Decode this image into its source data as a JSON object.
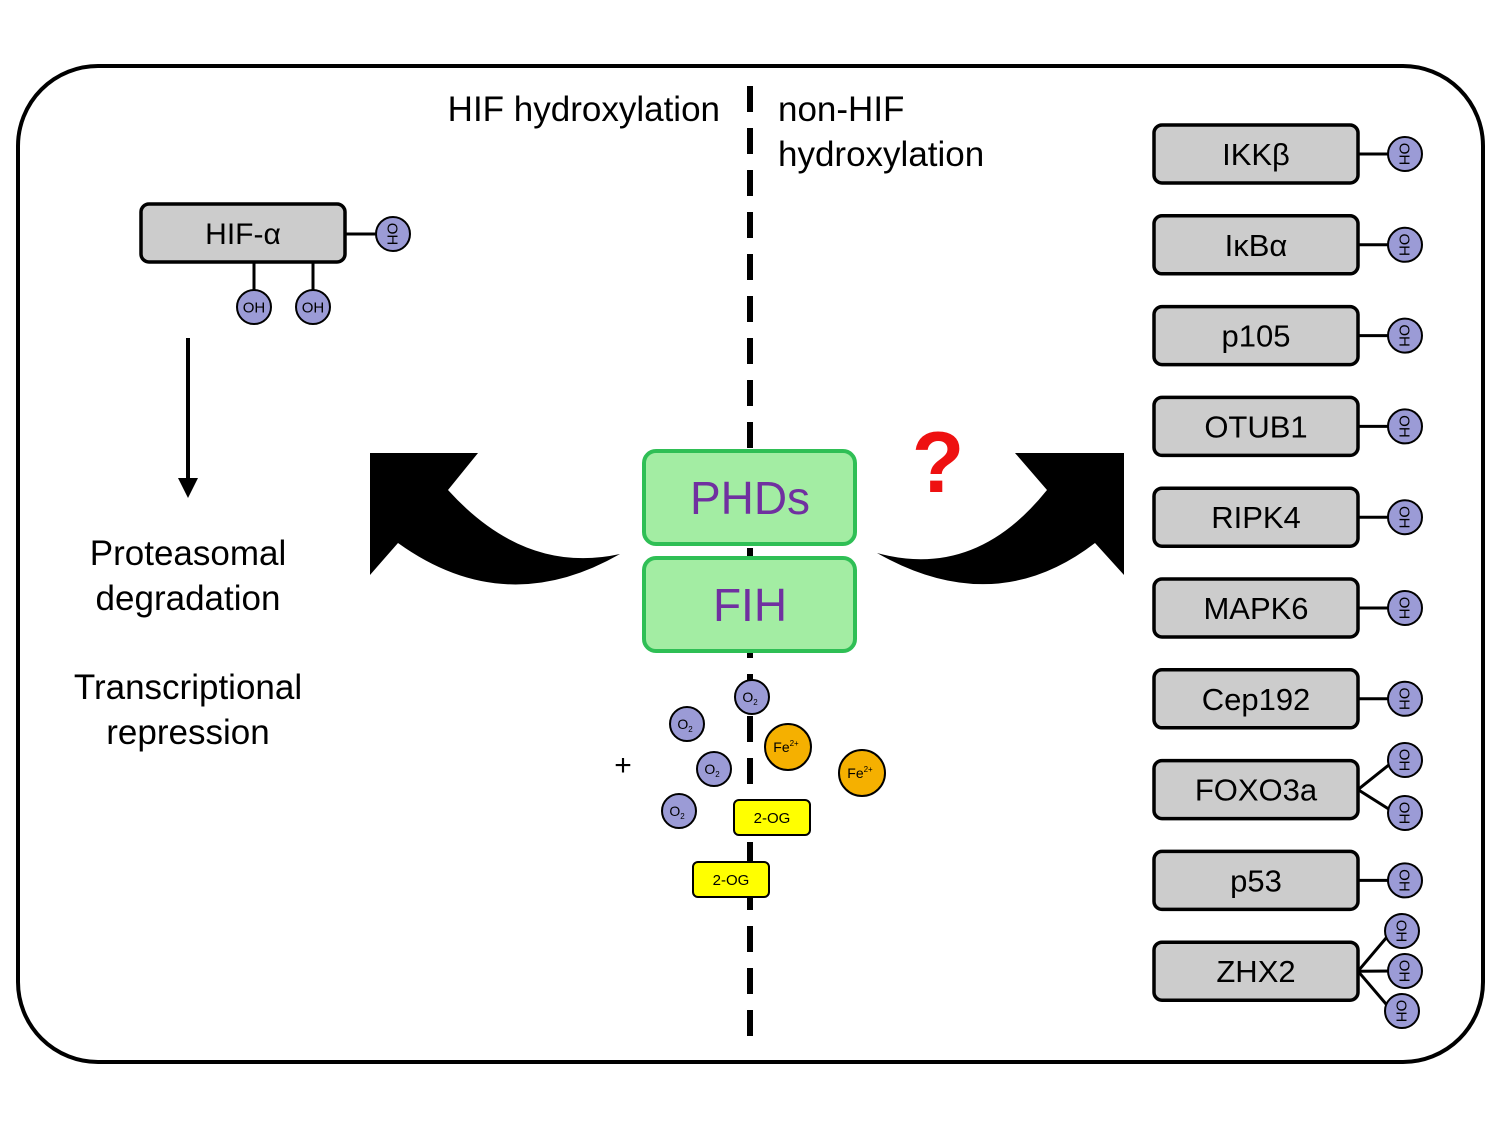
{
  "headers": {
    "left": "HIF hydroxylation",
    "right_line1": "non-HIF",
    "right_line2": "hydroxylation"
  },
  "hif": {
    "label": "HIF-α",
    "oh_label": "OH"
  },
  "outcomes": {
    "line1": "Proteasomal",
    "line2": "degradation",
    "line3": "Transcriptional",
    "line4": "repression"
  },
  "enzymes": {
    "phds": "PHDs",
    "fih": "FIH"
  },
  "question_mark": "?",
  "cofactors": {
    "plus": "+",
    "o2_base": "O",
    "o2_sub": "2",
    "fe_base": "Fe",
    "fe_sup": "2+",
    "og": "2-OG"
  },
  "substrates": [
    "IKKβ",
    "IκBα",
    "p105",
    "OTUB1",
    "RIPK4",
    "MAPK6",
    "Cep192",
    "FOXO3a",
    "p53",
    "ZHX2"
  ],
  "colors": {
    "oh_fill": "#9b9bd6",
    "protein_fill": "#cccccc",
    "enzyme_fill": "#a3eda3",
    "enzyme_stroke": "#2fbf55",
    "enzyme_text": "#7030a0",
    "fe_fill": "#f5b000",
    "og_fill": "#ffff00",
    "question": "#ee1111"
  }
}
